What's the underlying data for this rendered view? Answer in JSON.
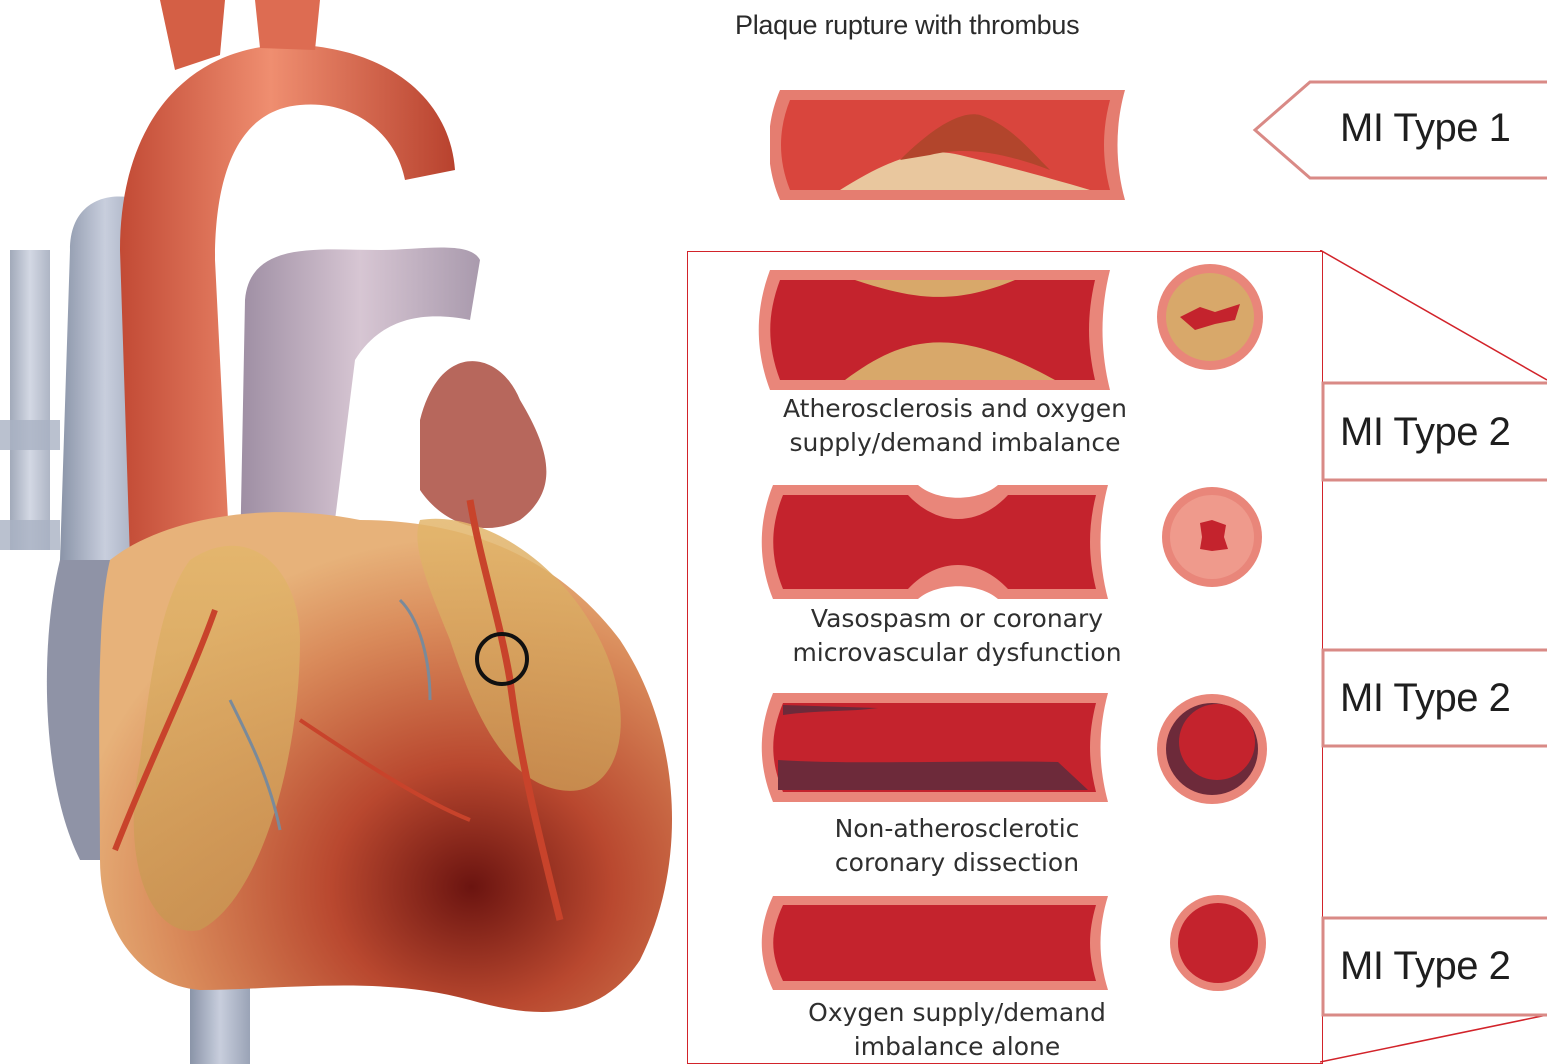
{
  "title": "Plaque rupture with thrombus",
  "tags": {
    "type1": "MI Type 1",
    "type2_a": "MI Type 2",
    "type2_b": "MI Type 2",
    "type2_c": "MI Type 2"
  },
  "captions": {
    "atherosclerosis": [
      "Atherosclerosis and oxygen",
      "supply/demand imbalance"
    ],
    "vasospasm": [
      "Vasospasm or coronary",
      "microvascular dysfunction"
    ],
    "dissection": [
      "Non-atherosclerotic",
      "coronary dissection"
    ],
    "supply_demand": [
      "Oxygen supply/demand",
      "imbalance alone"
    ]
  },
  "colors": {
    "vessel_wall": "#e9867a",
    "vessel_lumen": "#c4232d",
    "plaque": "#d8a86a",
    "thrombus": "#b2452c",
    "highlight_box": "#d2232a",
    "tag_border": "#d98a86"
  }
}
